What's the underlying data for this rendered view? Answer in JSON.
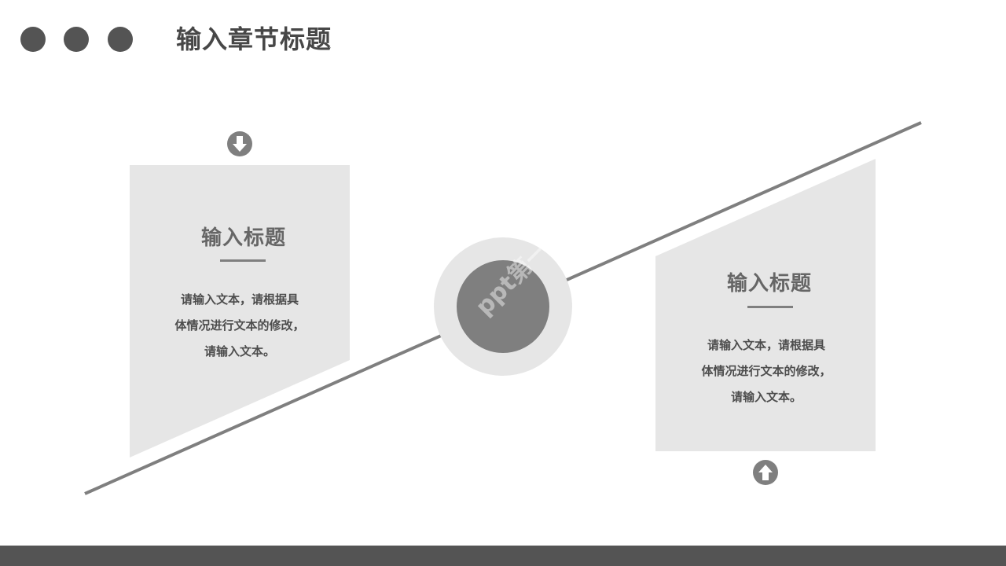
{
  "header": {
    "title": "输入章节标题"
  },
  "cards": [
    {
      "title": "输入标题",
      "body_lines": [
        "请输入文本，请根据具",
        "体情况进行文本的修改，",
        "请输入文本。"
      ],
      "icon": "arrow-down-circle-icon"
    },
    {
      "title": "输入标题",
      "body_lines": [
        "请输入文本，请根据具",
        "体情况进行文本的修改，",
        "请输入文本。"
      ],
      "icon": "arrow-up-circle-icon"
    }
  ],
  "watermark": "ppt第一",
  "colors": {
    "dark": "#545454",
    "card_fill": "#e6e6e6",
    "line": "#7f7f7f",
    "circle_outer": "#e6e6e6",
    "circle_inner": "#7f7f7f"
  }
}
